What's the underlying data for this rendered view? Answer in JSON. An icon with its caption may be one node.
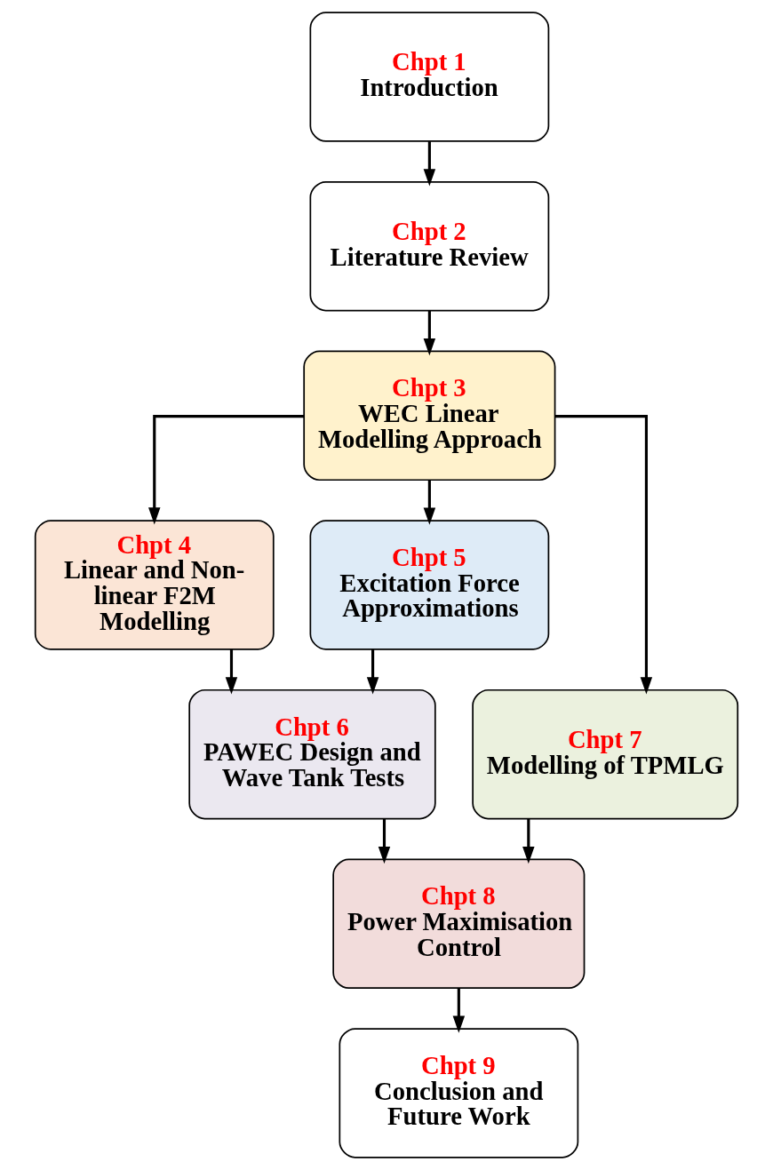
{
  "diagram": {
    "nodes": [
      {
        "text": [
          "Chpt 1",
          "Introduction"
        ]
      },
      {
        "text": [
          "Chpt 2",
          "Literature Review"
        ]
      },
      {
        "text": [
          "Chpt 3",
          "WEC Linear Modelling Approach"
        ]
      },
      {
        "text": [
          "Chpt 4",
          "Linear and Non-linear F2M Modelling"
        ]
      },
      {
        "text": [
          "Chpt 5",
          "Excitation Force Approximations"
        ]
      },
      {
        "text": [
          "Chpt 6",
          "PAWEC Design and Wave Tank Tests"
        ]
      },
      {
        "text": [
          "Chpt 7",
          "Modelling of TPMLG"
        ]
      },
      {
        "text": [
          "Chpt 8",
          "Power Maximisation Control"
        ]
      },
      {
        "text": [
          "Chpt 9",
          "Conclusion and Future Work"
        ]
      }
    ],
    "edges": [
      {
        "from": 0,
        "to": 1,
        "arrow": "to"
      },
      {
        "from": 1,
        "to": 2,
        "arrow": "to"
      },
      {
        "from": 2,
        "to": 3,
        "arrow": "to"
      },
      {
        "from": 2,
        "to": 4,
        "arrow": "to"
      },
      {
        "from": 2,
        "to": 6,
        "arrow": "to"
      },
      {
        "from": 3,
        "to": 5,
        "arrow": "to"
      },
      {
        "from": 4,
        "to": 5,
        "arrow": "to"
      },
      {
        "from": 5,
        "to": 7,
        "arrow": "to"
      },
      {
        "from": 6,
        "to": 7,
        "arrow": "to"
      },
      {
        "from": 7,
        "to": 8,
        "arrow": "to"
      }
    ]
  }
}
